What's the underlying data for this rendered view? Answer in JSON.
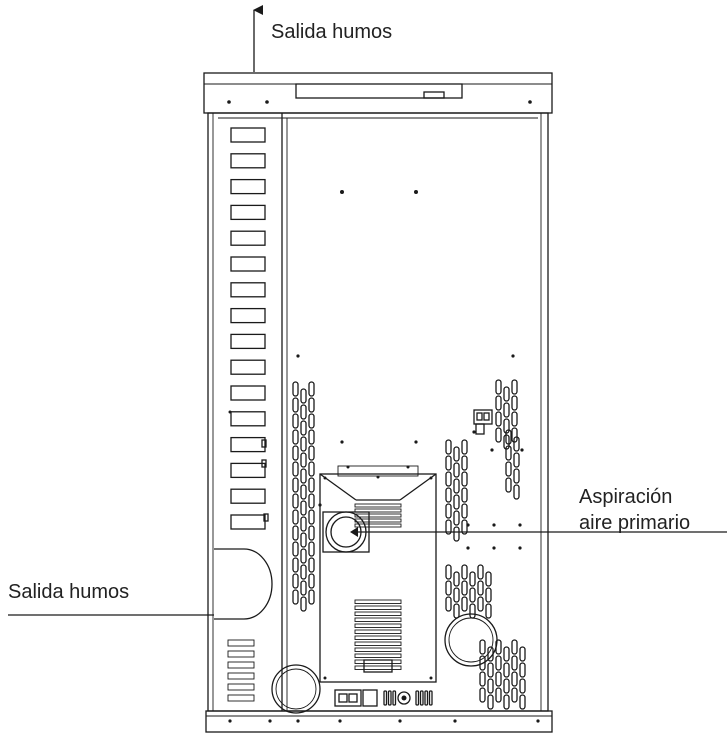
{
  "labels": {
    "top_outlet": "Salida humos",
    "left_outlet": "Salida humos",
    "air_intake_line1": "Aspiración",
    "air_intake_line2": "aire primario"
  }
}
